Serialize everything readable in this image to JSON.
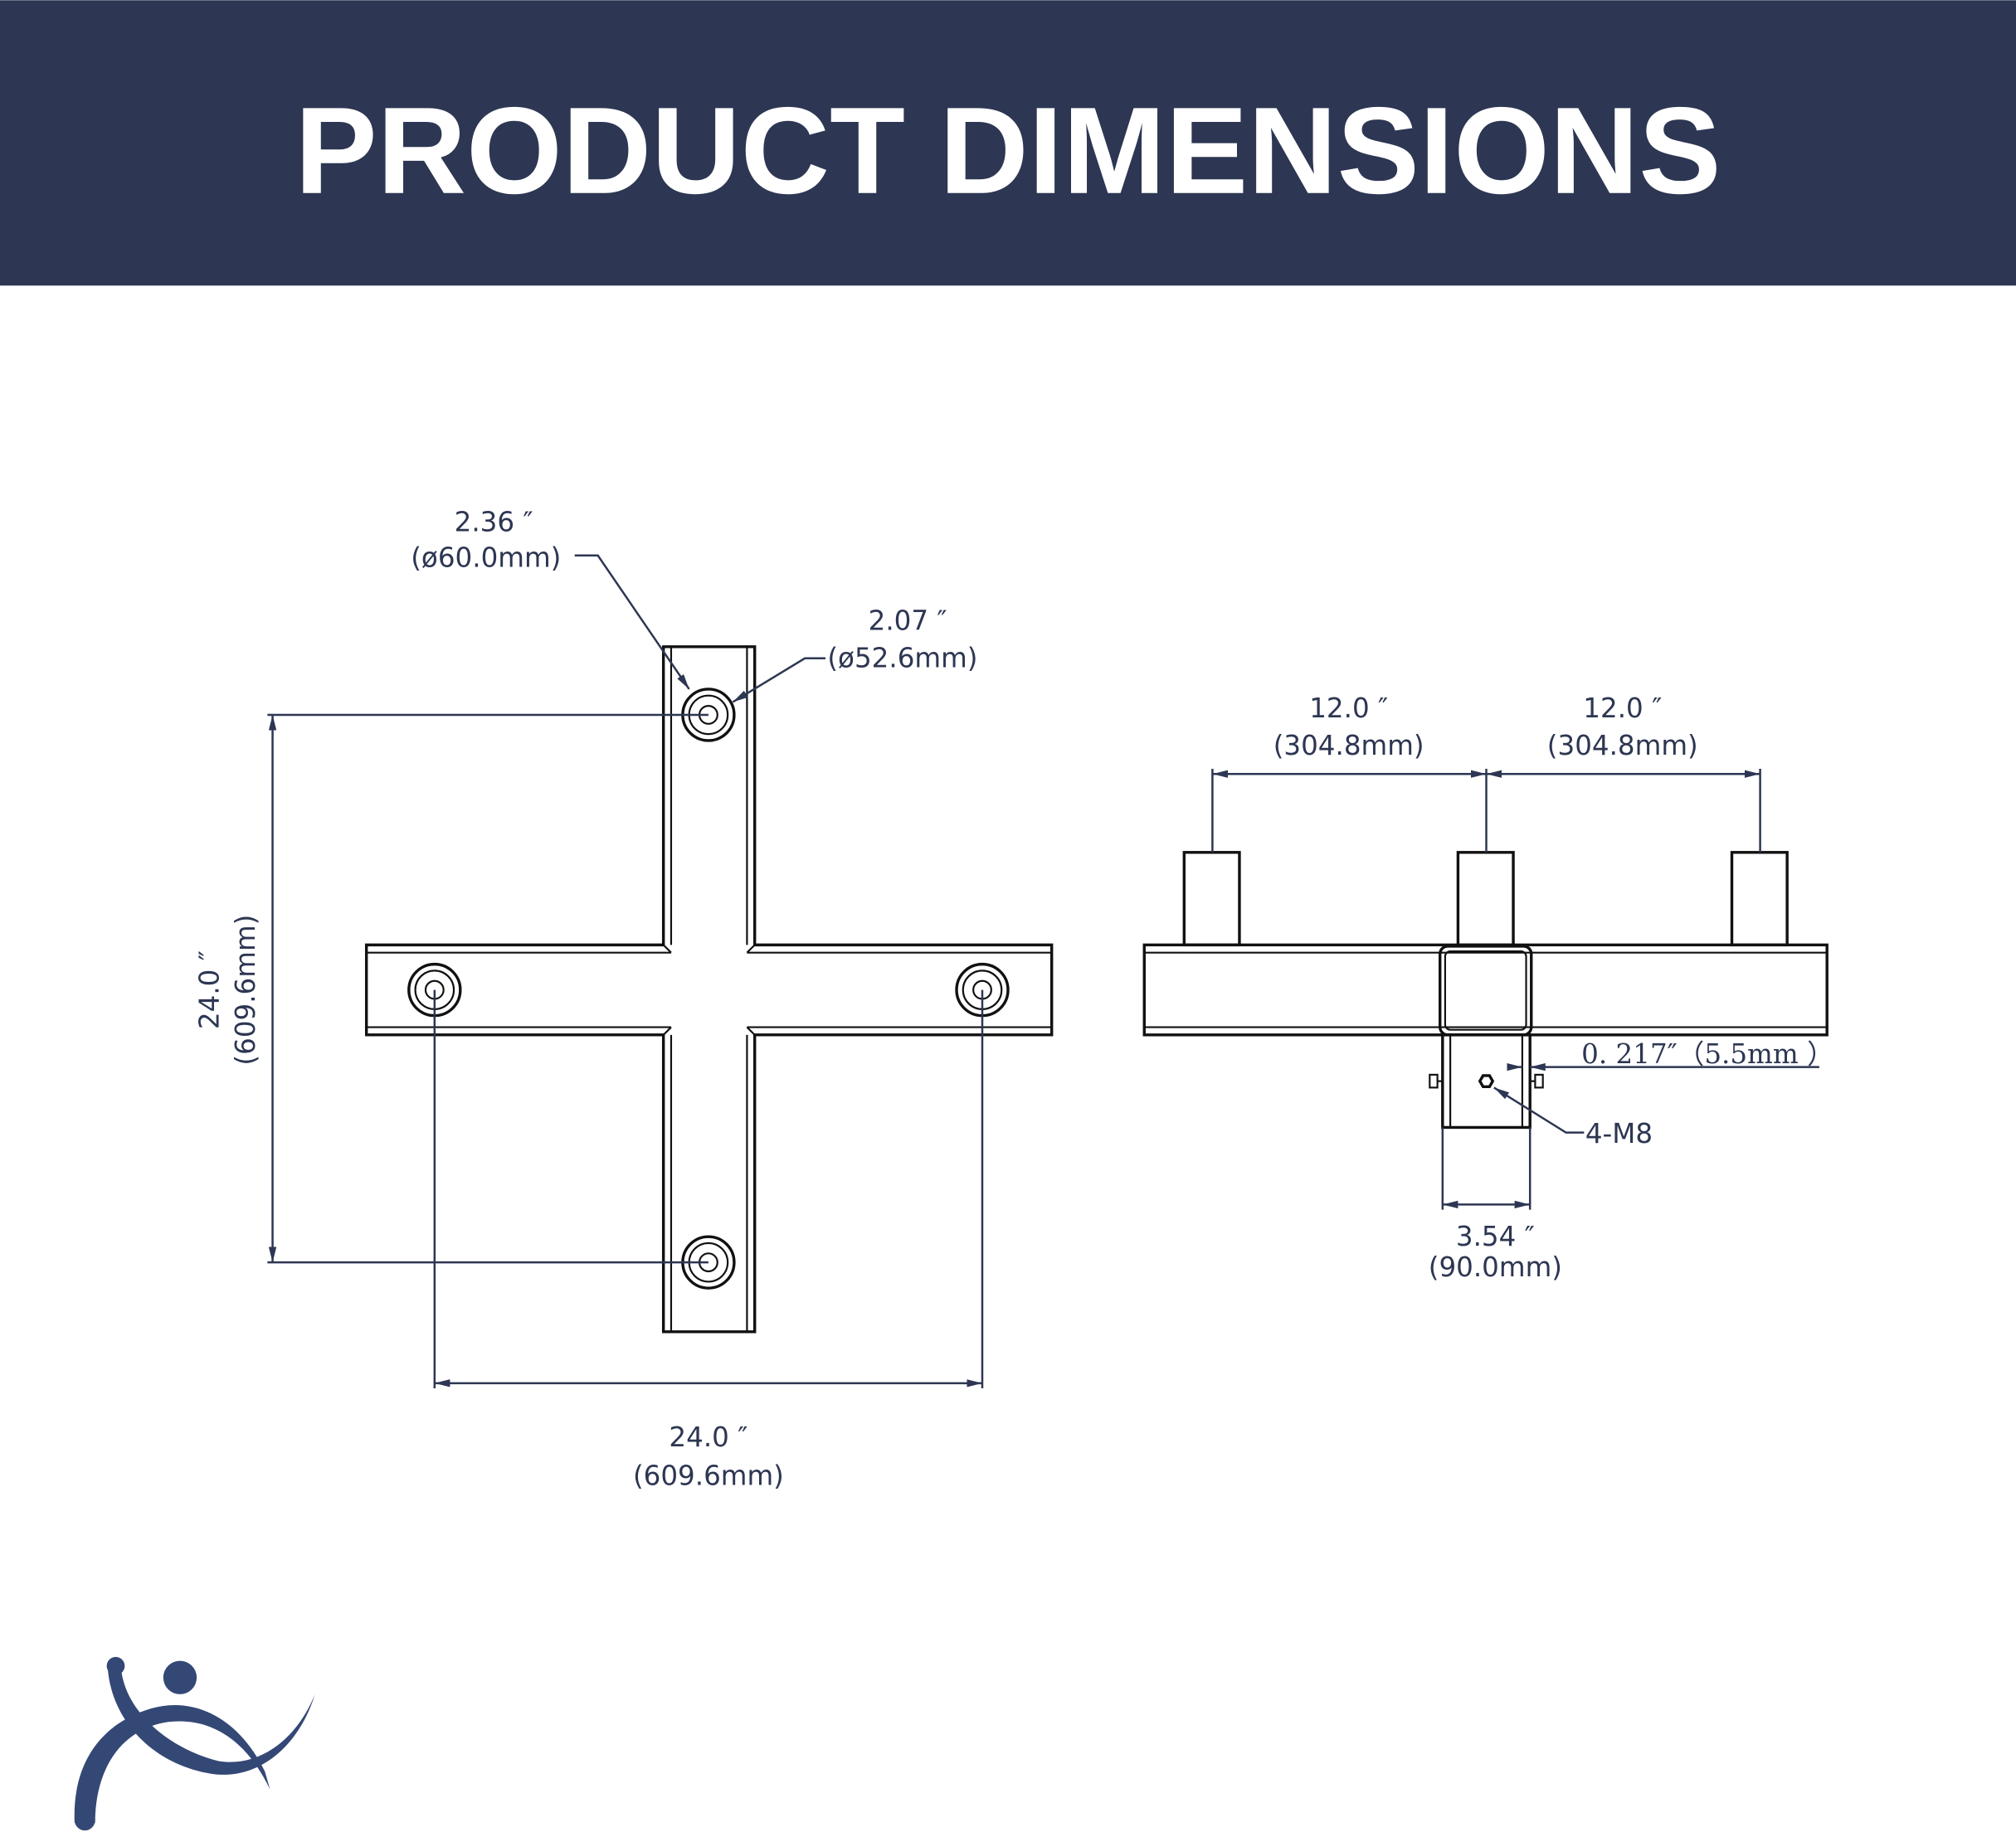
{
  "header": {
    "title": "PRODUCT DIMENSIONS"
  },
  "colors": {
    "header_bg": "#2d3652",
    "dimension_ink": "#2d3652",
    "logo": "#344876"
  },
  "top_view": {
    "outer_diameter": {
      "inch": "2.36 ″",
      "mm": "(ø60.0mm)"
    },
    "inner_diameter": {
      "inch": "2.07 ″",
      "mm": "(ø52.6mm)"
    },
    "height": {
      "inch": "24.0 ″",
      "mm": "(609.6mm)"
    },
    "width": {
      "inch": "24.0 ″",
      "mm": "(609.6mm)"
    }
  },
  "side_view": {
    "spacing_left": {
      "inch": "12.0 ″",
      "mm": "(304.8mm)"
    },
    "spacing_right": {
      "inch": "12.0 ″",
      "mm": "(304.8mm)"
    },
    "wall_thickness": "0. 217″（5.5mm ）",
    "bolts": "4-M8",
    "tube_width": {
      "inch": "3.54 ″",
      "mm": "(90.0mm)"
    }
  },
  "logo": {
    "icon": "running-figure-logo"
  }
}
